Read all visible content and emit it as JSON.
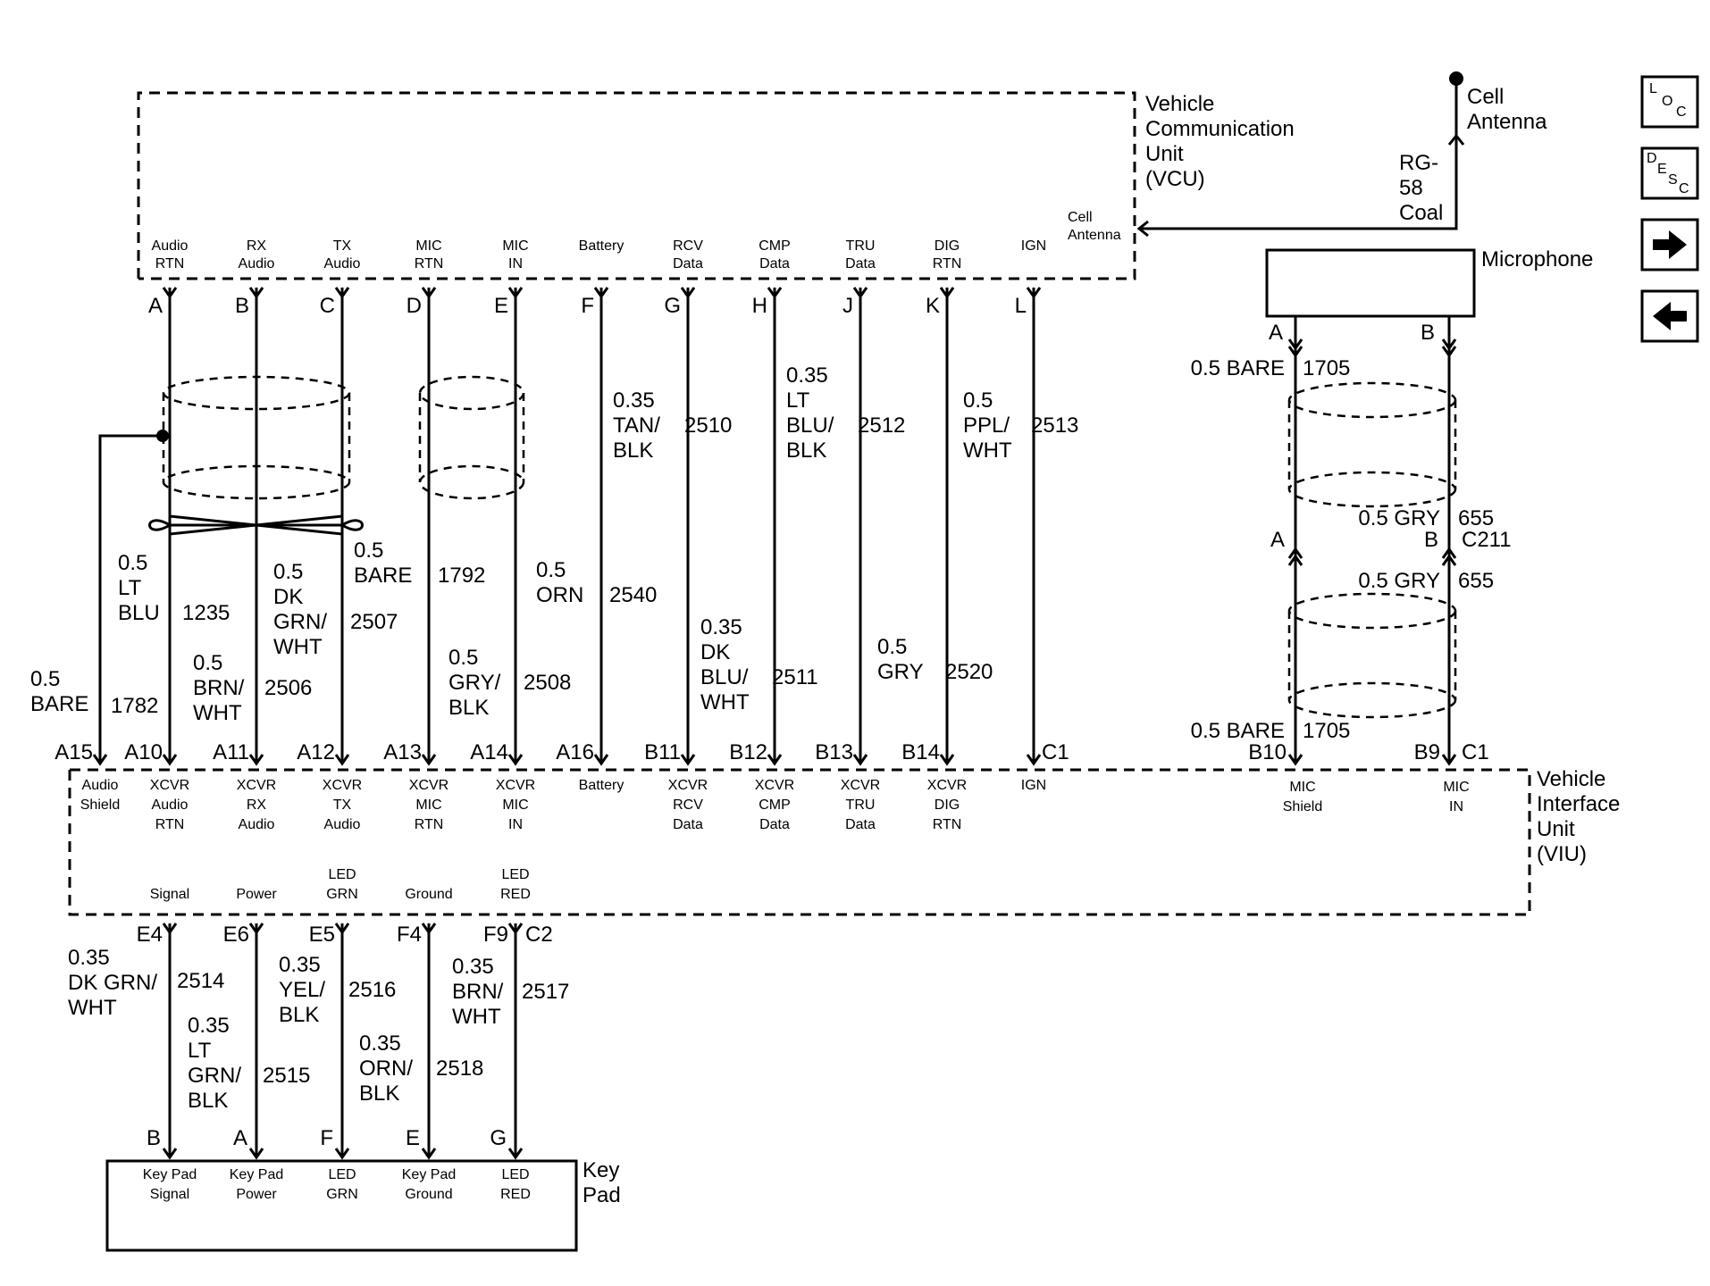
{
  "vcu": {
    "title": [
      "Vehicle",
      "Communication",
      "Unit",
      "(VCU)"
    ],
    "antenna_port": [
      "Cell",
      "Antenna"
    ],
    "pins": [
      {
        "pin": "A",
        "label": [
          "Audio",
          "RTN"
        ]
      },
      {
        "pin": "B",
        "label": [
          "RX",
          "Audio"
        ]
      },
      {
        "pin": "C",
        "label": [
          "TX",
          "Audio"
        ]
      },
      {
        "pin": "D",
        "label": [
          "MIC",
          "RTN"
        ]
      },
      {
        "pin": "E",
        "label": [
          "MIC",
          "IN"
        ]
      },
      {
        "pin": "F",
        "label": [
          "Battery"
        ]
      },
      {
        "pin": "G",
        "label": [
          "RCV",
          "Data"
        ]
      },
      {
        "pin": "H",
        "label": [
          "CMP",
          "Data"
        ]
      },
      {
        "pin": "J",
        "label": [
          "TRU",
          "Data"
        ]
      },
      {
        "pin": "K",
        "label": [
          "DIG",
          "RTN"
        ]
      },
      {
        "pin": "L",
        "label": [
          "IGN"
        ]
      }
    ]
  },
  "cell_antenna": {
    "title": [
      "Cell",
      "Antenna"
    ],
    "cable": [
      "RG-",
      "58",
      "Coal"
    ]
  },
  "microphone": {
    "title": "Microphone",
    "pins": [
      "A",
      "B"
    ]
  },
  "vcu_wires": [
    {
      "id": "shield",
      "spec": [
        "0.5",
        "BARE"
      ],
      "circuit": "1782",
      "viu_pin": "A15"
    },
    {
      "id": "a",
      "spec": [
        "0.5",
        "LT",
        "BLU"
      ],
      "circuit": "1235",
      "viu_pin": "A10"
    },
    {
      "id": "b",
      "spec": [
        "0.5",
        "BRN/",
        "WHT"
      ],
      "circuit": "2506",
      "viu_pin": "A11"
    },
    {
      "id": "c",
      "spec": [
        "0.5",
        "DK",
        "GRN/",
        "WHT"
      ],
      "circuit": "2507",
      "viu_pin": "A12"
    },
    {
      "id": "d",
      "spec": [
        "0.5",
        "BARE"
      ],
      "circuit": "1792",
      "viu_pin": "A13"
    },
    {
      "id": "e",
      "spec": [
        "0.5",
        "GRY/",
        "BLK"
      ],
      "circuit": "2508",
      "viu_pin": "A14"
    },
    {
      "id": "f",
      "spec": [
        "0.5",
        "ORN"
      ],
      "circuit": "2540",
      "viu_pin": "A16"
    },
    {
      "id": "g",
      "spec": [
        "0.35",
        "TAN/",
        "BLK"
      ],
      "circuit": "2510",
      "viu_pin": "B11"
    },
    {
      "id": "h",
      "spec": [
        "0.35",
        "DK",
        "BLU/",
        "WHT"
      ],
      "circuit": "2511",
      "viu_pin": "B12"
    },
    {
      "id": "j",
      "spec": [
        "0.35",
        "LT",
        "BLU/",
        "BLK"
      ],
      "circuit": "2512",
      "viu_pin": "B13"
    },
    {
      "id": "k",
      "spec": [
        "0.5",
        "GRY"
      ],
      "circuit": "2520",
      "viu_pin": "B14"
    },
    {
      "id": "l",
      "spec": [
        "0.5",
        "PPL/",
        "WHT"
      ],
      "circuit": "2513",
      "viu_pin": ""
    }
  ],
  "vcu_connector_id": "C1",
  "mic_wires": {
    "upper_a": {
      "spec": "0.5 BARE",
      "circuit": "1705"
    },
    "upper_b": {
      "spec": "0.5 GRY",
      "circuit": "655"
    },
    "inline_connector": {
      "pin_a": "A",
      "pin_b": "B",
      "id": "C211"
    },
    "lower_b": {
      "spec": "0.5 GRY",
      "circuit": "655"
    },
    "lower_a": {
      "spec": "0.5 BARE",
      "circuit": "1705"
    },
    "viu_pins": {
      "a": "B10",
      "b": "B9",
      "connector": "C1"
    }
  },
  "viu": {
    "title": [
      "Vehicle",
      "Interface",
      "Unit",
      "(VIU)"
    ],
    "pins_top": [
      [
        "Audio",
        "Shield"
      ],
      [
        "XCVR",
        "Audio",
        "RTN"
      ],
      [
        "XCVR",
        "RX",
        "Audio"
      ],
      [
        "XCVR",
        "TX",
        "Audio"
      ],
      [
        "XCVR",
        "MIC",
        "RTN"
      ],
      [
        "XCVR",
        "MIC",
        "IN"
      ],
      [
        "Battery"
      ],
      [
        "XCVR",
        "RCV",
        "Data"
      ],
      [
        "XCVR",
        "CMP",
        "Data"
      ],
      [
        "XCVR",
        "TRU",
        "Data"
      ],
      [
        "XCVR",
        "DIG",
        "RTN"
      ],
      [
        "IGN"
      ]
    ],
    "mic_pins": [
      [
        "MIC",
        "Shield"
      ],
      [
        "MIC",
        "IN"
      ]
    ],
    "pins_bottom": [
      [
        "Signal"
      ],
      [
        "Power"
      ],
      [
        "LED",
        "GRN"
      ],
      [
        "Ground"
      ],
      [
        "LED",
        "RED"
      ]
    ]
  },
  "keypad_wires": [
    {
      "viu_pin": "E4",
      "spec": [
        "0.35",
        "DK GRN/",
        "WHT"
      ],
      "circuit": "2514",
      "kp_pin": "B"
    },
    {
      "viu_pin": "E6",
      "spec": [
        "0.35",
        "LT",
        "GRN/",
        "BLK"
      ],
      "circuit": "2515",
      "kp_pin": "A"
    },
    {
      "viu_pin": "E5",
      "spec": [
        "0.35",
        "YEL/",
        "BLK"
      ],
      "circuit": "2516",
      "kp_pin": "F"
    },
    {
      "viu_pin": "F4",
      "spec": [
        "0.35",
        "ORN/",
        "BLK"
      ],
      "circuit": "2518",
      "kp_pin": "E"
    },
    {
      "viu_pin": "F9",
      "spec": [
        "0.35",
        "BRN/",
        "WHT"
      ],
      "circuit": "2517",
      "kp_pin": "G"
    }
  ],
  "keypad_connector_id": "C2",
  "keypad": {
    "title": [
      "Key",
      "Pad"
    ],
    "pins": [
      [
        "Key Pad",
        "Signal"
      ],
      [
        "Key Pad",
        "Power"
      ],
      [
        "LED",
        "GRN"
      ],
      [
        "Key Pad",
        "Ground"
      ],
      [
        "LED",
        "RED"
      ]
    ]
  },
  "nav": {
    "loc": [
      "L",
      "O",
      "C"
    ],
    "desc": [
      "D",
      "E",
      "S",
      "C"
    ],
    "next_icon": "arrow-right-icon",
    "prev_icon": "arrow-left-icon"
  }
}
